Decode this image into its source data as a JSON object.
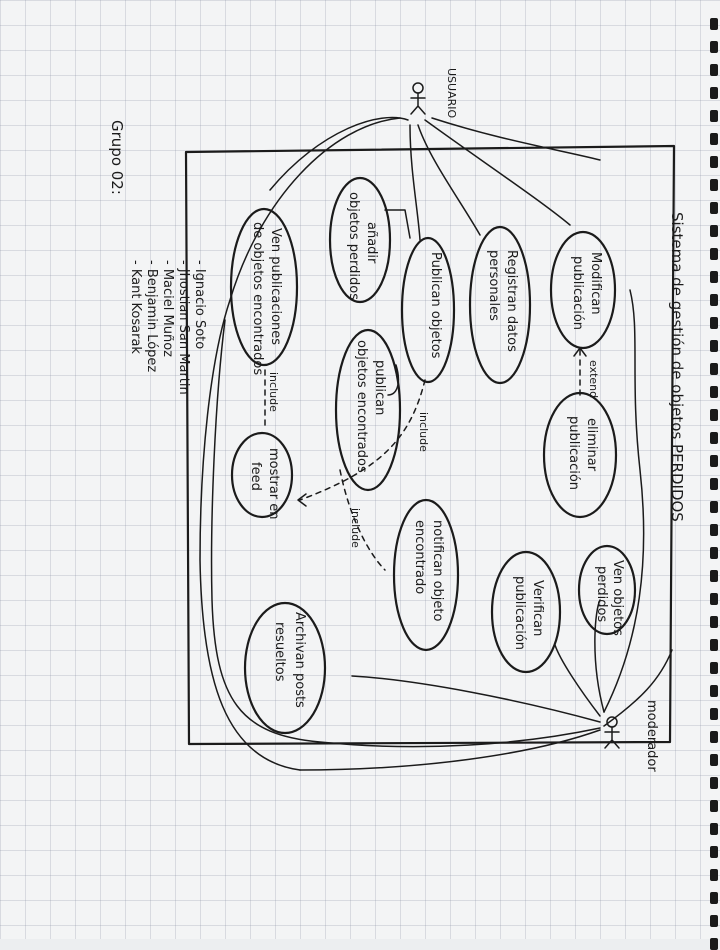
{
  "diagram": {
    "title": "Sistema de gestión de objetos PERDIDOS",
    "actors": {
      "usuario": "USUARIO",
      "moderador": "moderador"
    },
    "use_cases": {
      "modificar": [
        "Modifican",
        "publicación"
      ],
      "eliminar": [
        "eliminar",
        "publicación"
      ],
      "registrar": [
        "Registran datos",
        "personales"
      ],
      "publicar": [
        "Publican objetos"
      ],
      "anadir": [
        "añadir",
        "objetos perdidos"
      ],
      "encontrados": [
        "publican",
        "objetos encontrados"
      ],
      "notificar": [
        "notifican objeto",
        "encontrado"
      ],
      "verificar": [
        "Verifican",
        "publicación"
      ],
      "ver_perdidos": [
        "Ven objetos",
        "perdidos"
      ],
      "ver_encontrados": [
        "Ven publicaciones",
        "de objetos encontrados"
      ],
      "feed": [
        "mostrar en",
        "feed"
      ],
      "archivar": [
        "Archivan posts",
        "resueltos"
      ]
    },
    "relations": {
      "extend": "extend",
      "include1": "include",
      "include2": "include",
      "include3": "include"
    },
    "group": {
      "title": "Grupo 02:",
      "members": [
        "- Kant Kosarak",
        "- Benjamin López",
        "- Maciel Muñoz",
        "- Jhostian San Martin",
        "- Ignacio Soto"
      ]
    }
  }
}
